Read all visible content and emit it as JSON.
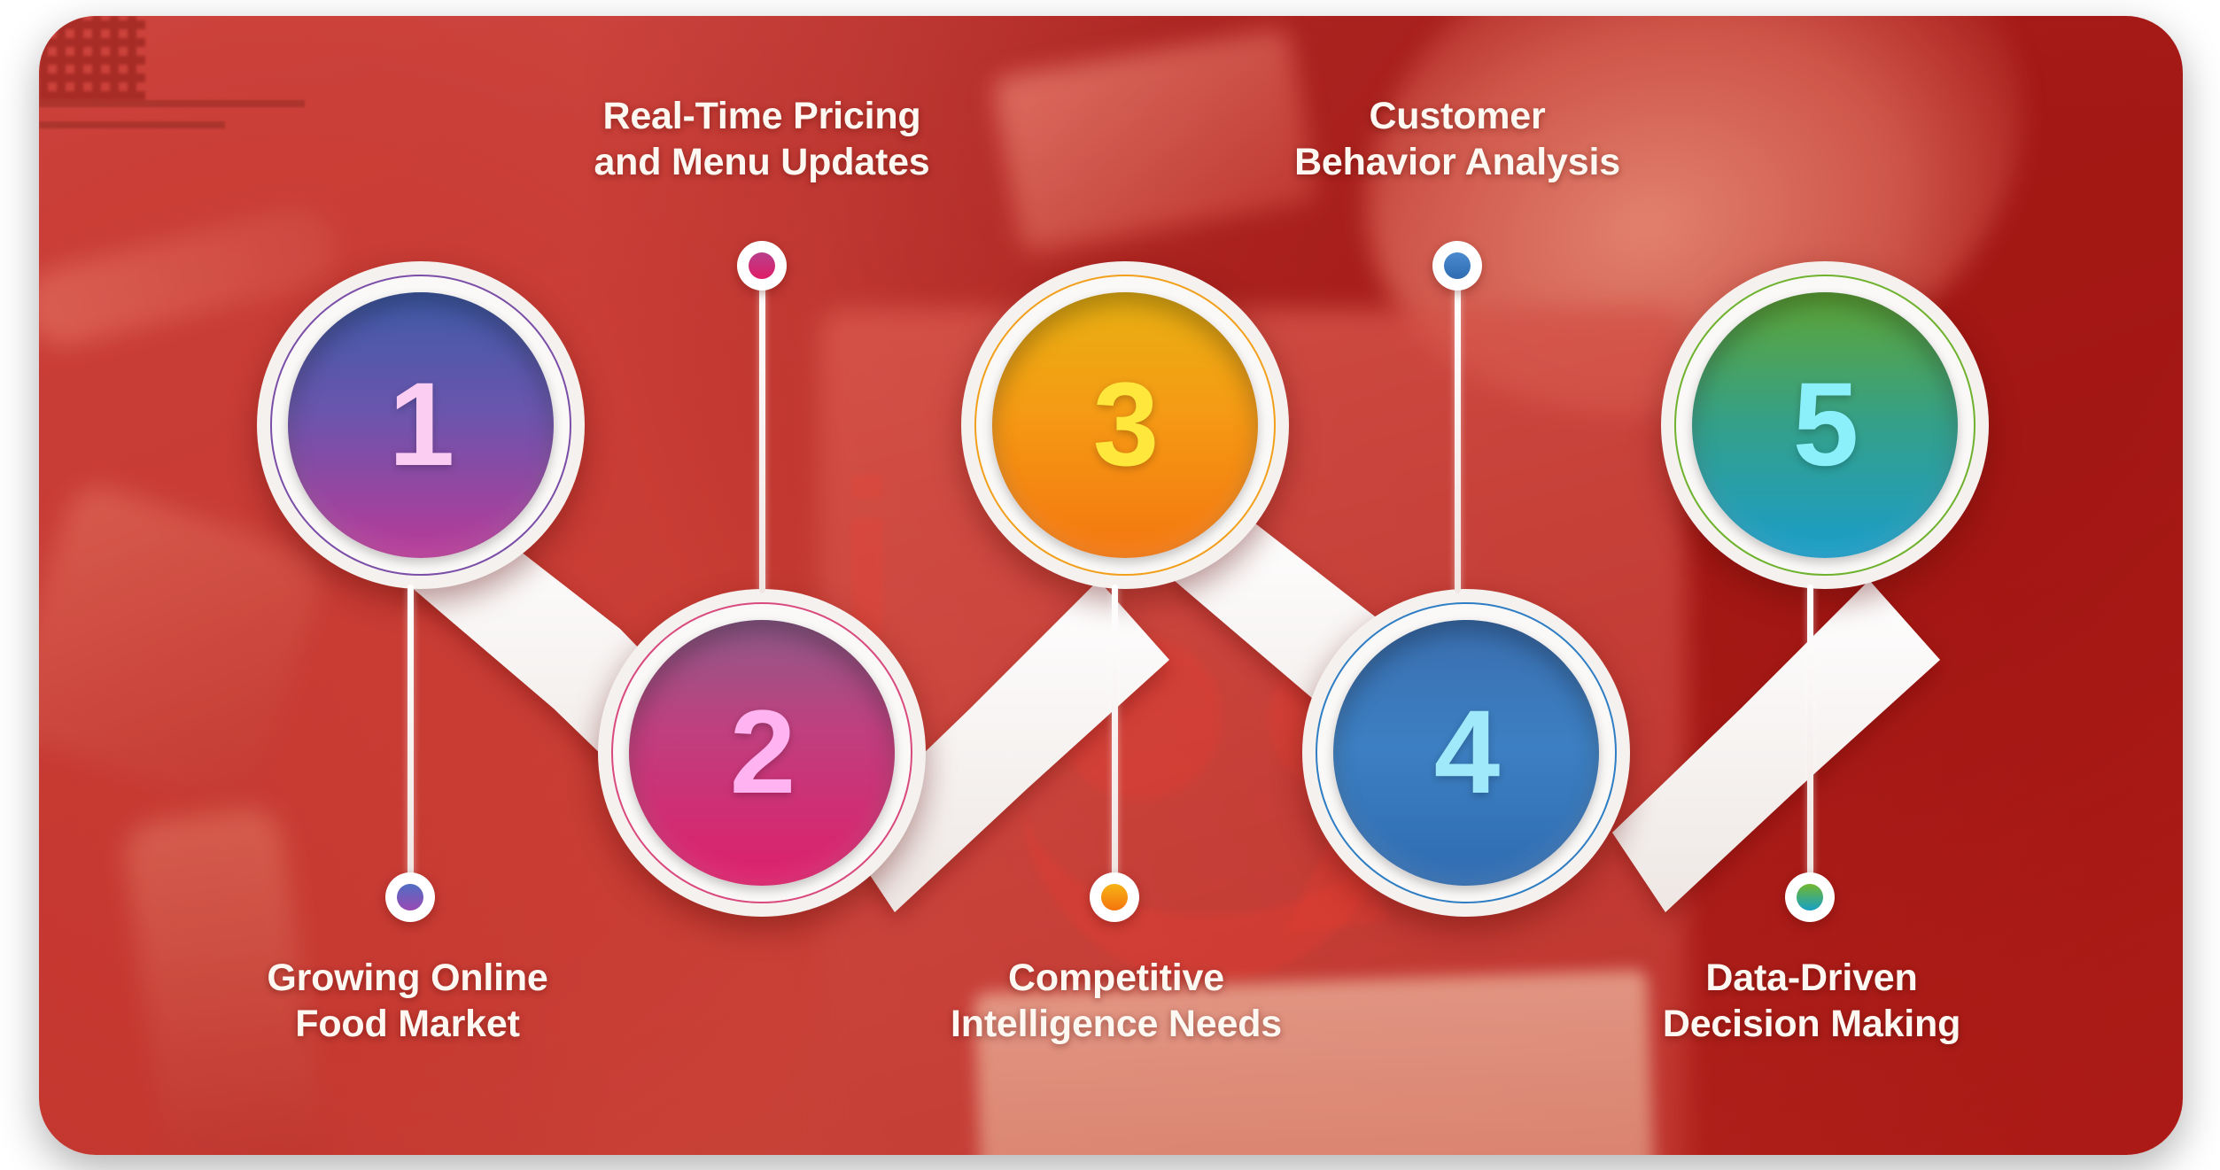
{
  "infographic": {
    "background_color": "#cd4b45",
    "accent_white": "#f7f3f1",
    "steps": [
      {
        "number": "1",
        "label": "Growing Online\nFood Market",
        "label_position": "bottom",
        "ring_color": "#7b4fa8",
        "disc_gradient": "linear-gradient(180deg,#3f5ba8 0%, #6a55ad 45%, #b93a97 100%)",
        "number_color": "#fbcdf2",
        "dot_color": "linear-gradient(180deg,#4f6ec4,#9a49b3)"
      },
      {
        "number": "2",
        "label": "Real-Time Pricing\nand Menu Updates",
        "label_position": "top",
        "ring_color": "#d94a7e",
        "disc_gradient": "linear-gradient(180deg,#8e5a8a 0%, #c03f7e 42%, #dd1f6b 100%)",
        "number_color": "#ffb3f0",
        "dot_color": "linear-gradient(180deg,#b8408e,#e01c66)"
      },
      {
        "number": "3",
        "label": "Competitive\nIntelligence Needs",
        "label_position": "bottom",
        "ring_color": "#f2a01c",
        "disc_gradient": "linear-gradient(180deg,#e8b112 0%, #f59a14 45%, #f4760f 100%)",
        "number_color": "#ffe83b",
        "dot_color": "linear-gradient(180deg,#f7b315,#f4750d)"
      },
      {
        "number": "4",
        "label": "Customer\nBehavior Analysis",
        "label_position": "top",
        "ring_color": "#2f7ec4",
        "disc_gradient": "linear-gradient(180deg,#3a6fb0 0%, #3c7fc2 48%, #2f6bb0 100%)",
        "number_color": "#9fe9fb",
        "dot_color": "linear-gradient(180deg,#4c8bd0,#2f6cb2)"
      },
      {
        "number": "5",
        "label": "Data-Driven\nDecision Making",
        "label_position": "bottom",
        "ring_color": "#6fb22e",
        "disc_gradient": "linear-gradient(180deg,#5fa534 0%, #34a08a 50%, #199cc9 100%)",
        "number_color": "#8cf0fb",
        "dot_color": "linear-gradient(180deg,#72b82e,#17a0c6)"
      }
    ]
  }
}
